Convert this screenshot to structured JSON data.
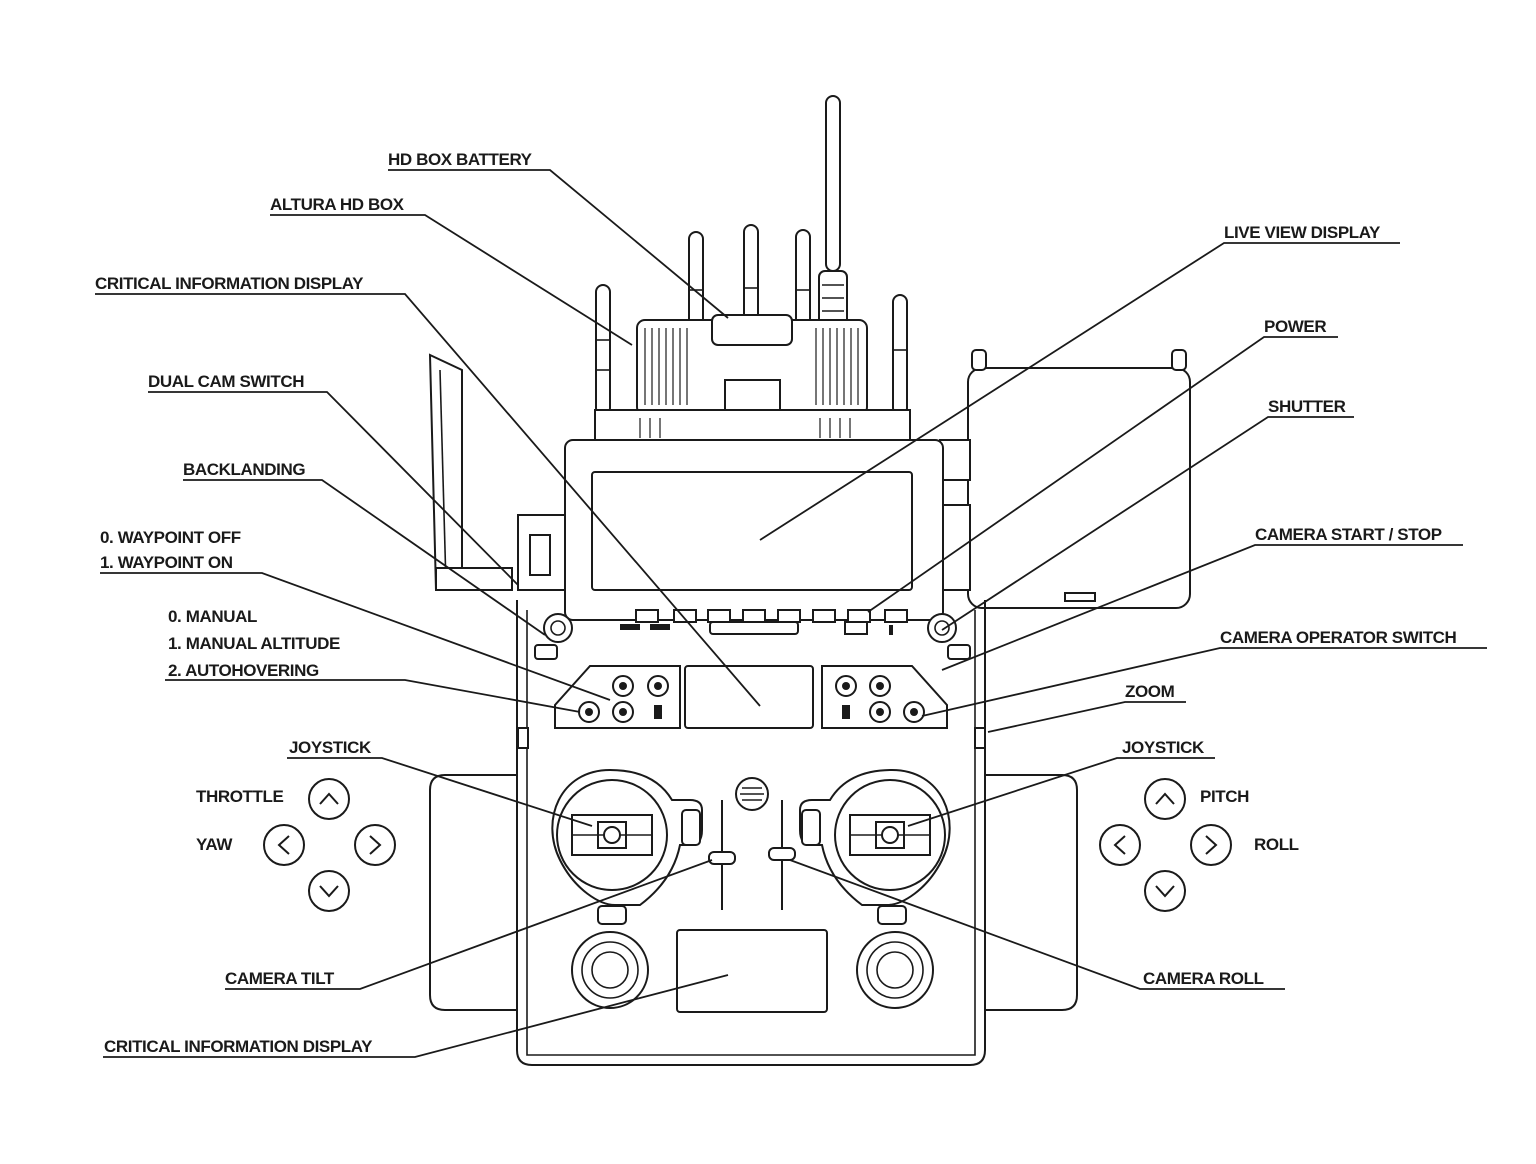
{
  "labels": {
    "hd_box_battery": "HD BOX BATTERY",
    "altura_hd_box": "ALTURA HD BOX",
    "critical_info_display_top": "CRITICAL INFORMATION DISPLAY",
    "dual_cam_switch": "DUAL CAM SWITCH",
    "backlanding": "BACKLANDING",
    "waypoint_off": "0. WAYPOINT OFF",
    "waypoint_on": "1. WAYPOINT ON",
    "manual": "0. MANUAL",
    "manual_altitude": "1. MANUAL ALTITUDE",
    "autohovering": "2. AUTOHOVERING",
    "joystick_left": "JOYSTICK",
    "throttle": "THROTTLE",
    "yaw": "YAW",
    "camera_tilt": "CAMERA TILT",
    "critical_info_display_bottom": "CRITICAL INFORMATION DISPLAY",
    "live_view_display": "LIVE VIEW DISPLAY",
    "power": "POWER",
    "shutter": "SHUTTER",
    "camera_start_stop": "CAMERA START / STOP",
    "camera_operator_switch": "CAMERA OPERATOR SWITCH",
    "zoom": "ZOOM",
    "joystick_right": "JOYSTICK",
    "pitch": "PITCH",
    "roll": "ROLL",
    "camera_roll": "CAMERA ROLL"
  },
  "icons": {
    "throttle_up": "chevron-up-icon",
    "yaw_left": "chevron-left-icon",
    "yaw_right": "chevron-right-icon",
    "throttle_down": "chevron-down-icon",
    "pitch_up": "chevron-up-icon",
    "roll_left": "chevron-left-icon",
    "roll_right": "chevron-right-icon",
    "pitch_down": "chevron-down-icon"
  },
  "colors": {
    "line": "#1a1a1a",
    "background": "#ffffff"
  }
}
